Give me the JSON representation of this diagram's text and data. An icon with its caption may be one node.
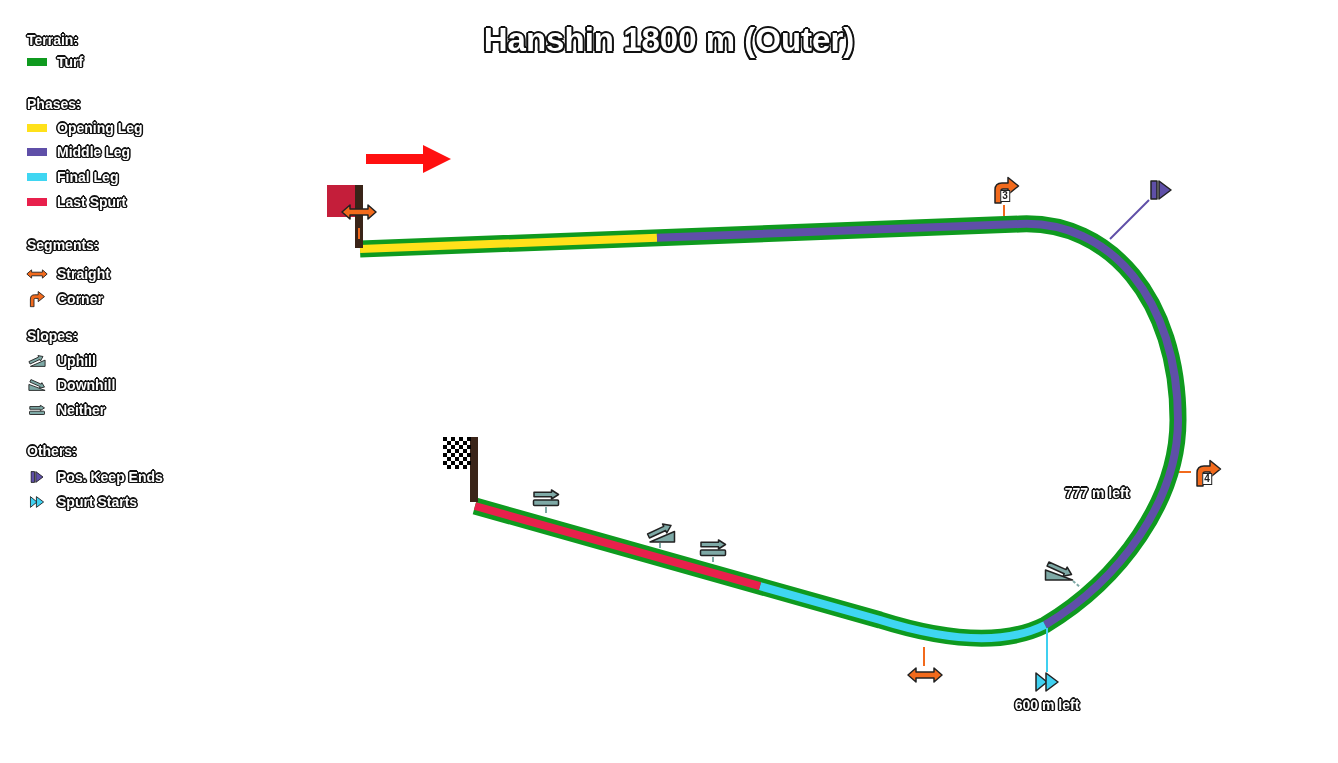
{
  "diagram": {
    "title": "Hanshin 1800 m (Outer)",
    "labels": [
      "Terrain:",
      "Phases:",
      "Segments:",
      "Slopes:",
      "Others:",
      "3",
      "4",
      "777 m left",
      "600 m left"
    ],
    "legend": [
      {
        "text": "Turf",
        "color": "#0f9a1f"
      },
      {
        "text": "Opening Leg",
        "color": "#ffe11a"
      },
      {
        "text": "Middle Leg",
        "color": "#5f4fa8"
      },
      {
        "text": "Final Leg",
        "color": "#3fd6f2"
      },
      {
        "text": "Last Spurt",
        "color": "#e8204c"
      },
      {
        "text": "Straight"
      },
      {
        "text": "Corner"
      },
      {
        "text": "Uphill"
      },
      {
        "text": "Downhill"
      },
      {
        "text": "Neither"
      },
      {
        "text": "Pos. Keep Ends"
      },
      {
        "text": "Spurt Starts"
      }
    ]
  }
}
